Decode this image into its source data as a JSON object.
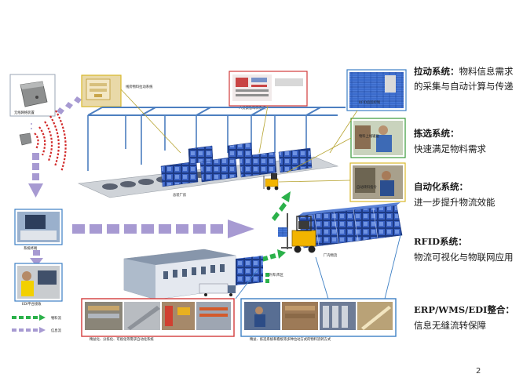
{
  "sections": [
    {
      "title": "拉动系统：",
      "body": "物料信息需求的采集与自动计算与传递"
    },
    {
      "title": "拣选系统：",
      "body": "快速满足物料需求"
    },
    {
      "title": "自动化系统：",
      "body": "进一步提升物流效能"
    },
    {
      "title": "RFID系统：",
      "body": "物流可视化与物联网应用"
    },
    {
      "title": "ERP/WMS/EDI整合：",
      "body": "信息无缝流转保障"
    }
  ],
  "diagram_labels": {
    "wireless_gateway": "无线网络装置",
    "storage_pull": "线旁物料拉动系统",
    "personnel_queue": "人员紧急叫料系统",
    "rfid_tracking": "RFID追踪控制",
    "material_handling": "物料上线输送",
    "automation_control": "自动转料指令",
    "general_assembly": "总装厂房",
    "system_terminal": "系统终端",
    "edi_platform": "EDI平台接收",
    "warehouse_label": "厂内物流",
    "dock_label": "厂外库/库区",
    "bottom_left_caption": "精益化、分拣化、可视化等需求自动化系统",
    "bottom_right_caption": "精益、拣选系统和看板等多种拉动方式的物料流转方式",
    "legend_material": "物料流",
    "legend_info": "信息流"
  },
  "page_number": "2",
  "colors": {
    "arrow_info": "#a79ad2",
    "arrow_material": "#2bb14a",
    "wave_red": "#d22b2b",
    "rack_blue": "#2d4fa8",
    "frame_green": "#3a9a3a",
    "frame_red": "#d23b3b",
    "frame_blue": "#3d7fc4",
    "frame_gold": "#d8b82a",
    "forklift": "#f2b400"
  }
}
